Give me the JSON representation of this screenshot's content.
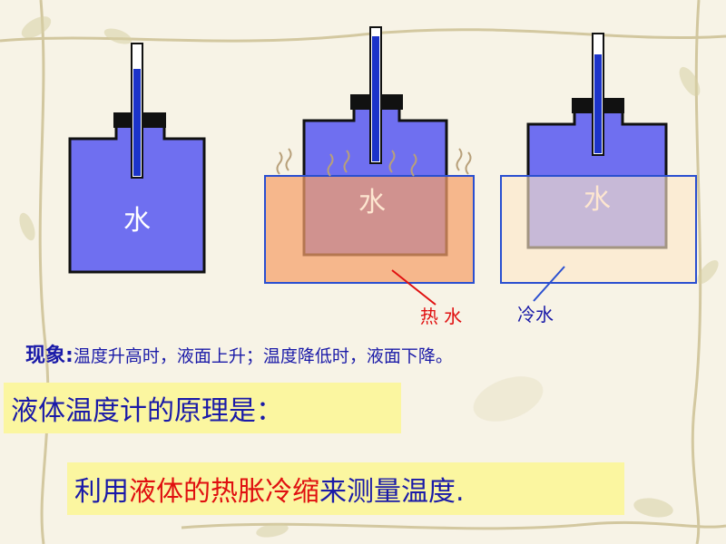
{
  "colors": {
    "water": "#6f6ff0",
    "outline": "#111111",
    "hot_water": "#f5a06a",
    "cold_water": "#fde6c8",
    "basin_border": "#2a4fd0",
    "liquid_column": "#1b33c9",
    "text_blue": "#1a1aa8",
    "text_red": "#e01010",
    "highlight": "#fbf6a0",
    "steam": "#b8a07a"
  },
  "diagram": {
    "flask_label": "水",
    "hot_label": "热 水",
    "cold_label": "冷水"
  },
  "observation": {
    "label": "现象:",
    "text": "温度升高时，液面上升；温度降低时，液面下降。"
  },
  "principle": {
    "text": "液体温度计的原理是："
  },
  "conclusion": {
    "part1": "利用",
    "part2": "液体的",
    "part3": "热胀冷缩",
    "part4": "来测量温度."
  }
}
